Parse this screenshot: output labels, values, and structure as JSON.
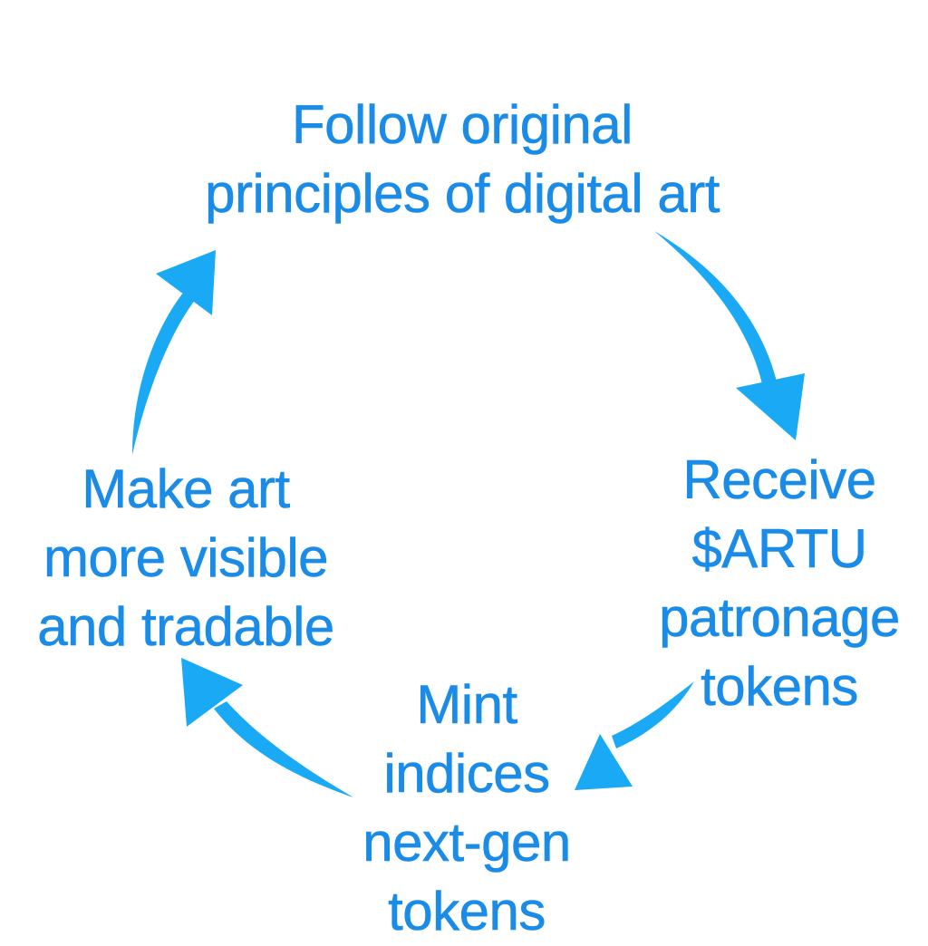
{
  "colors": {
    "text": "#1a8ce8",
    "arrow": "#1aaaf5",
    "background": "#ffffff"
  },
  "nodes": {
    "top": {
      "lines": [
        "Follow original",
        "principles of digital art"
      ]
    },
    "right": {
      "lines": [
        "Receive",
        "$ARTU",
        "patronage",
        "tokens"
      ]
    },
    "bottom": {
      "lines": [
        "Mint",
        "indices",
        "next-gen",
        "tokens"
      ]
    },
    "left": {
      "lines": [
        "Make art",
        "more visible",
        "and tradable"
      ]
    }
  },
  "arrows": [
    {
      "from": "top",
      "to": "right",
      "icon": "curved-arrow-icon"
    },
    {
      "from": "right",
      "to": "bottom",
      "icon": "curved-arrow-icon"
    },
    {
      "from": "bottom",
      "to": "left",
      "icon": "curved-arrow-icon"
    },
    {
      "from": "left",
      "to": "top",
      "icon": "curved-arrow-icon"
    }
  ]
}
